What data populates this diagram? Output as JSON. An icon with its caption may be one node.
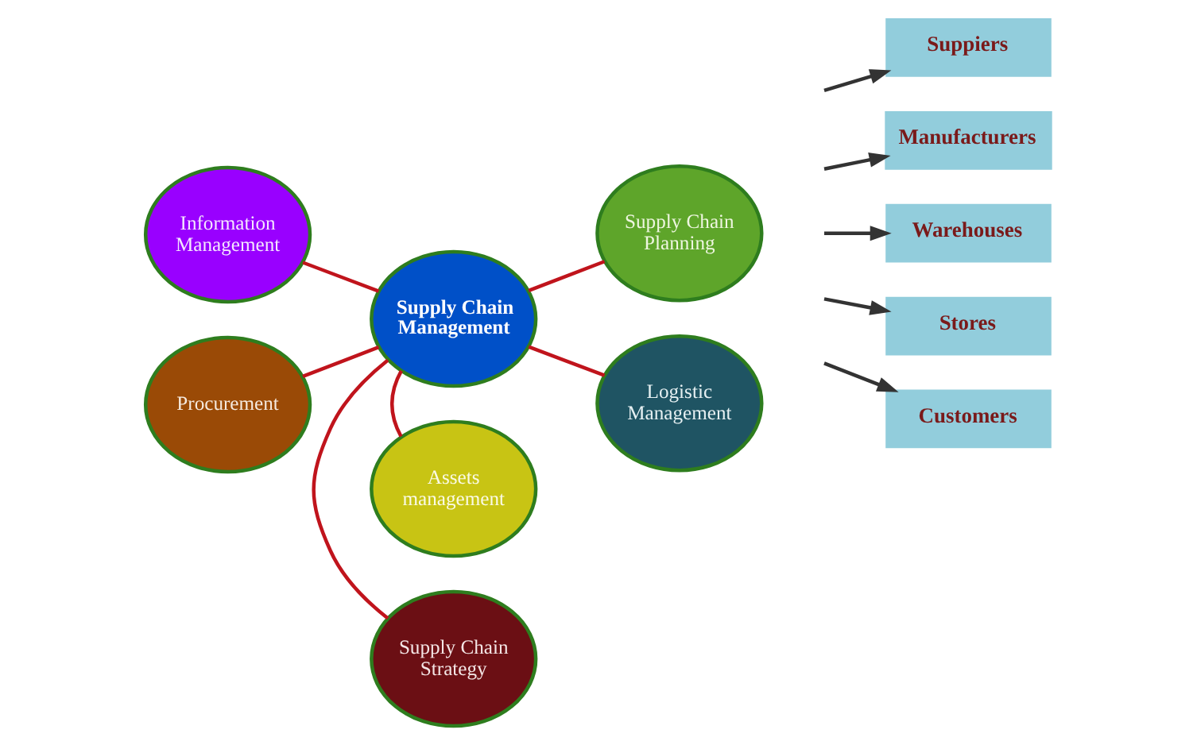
{
  "diagram": {
    "nodes": [
      {
        "text": [
          "Supply Chain Strategy"
        ]
      },
      {
        "text": [
          "Information Management"
        ]
      },
      {
        "text": [
          "Supply Chain Planning"
        ]
      },
      {
        "text": [
          "Supply Chain Management"
        ]
      },
      {
        "text": [
          "Logistic Management"
        ]
      },
      {
        "text": [
          "Procurement"
        ]
      },
      {
        "text": [
          "Assets management"
        ]
      },
      {
        "text": [
          "Suppiers"
        ]
      },
      {
        "text": [
          "Manufacturers"
        ]
      },
      {
        "text": [
          "Warehouses"
        ]
      },
      {
        "text": [
          "Stores"
        ]
      },
      {
        "text": [
          "Customers"
        ]
      }
    ],
    "edges": [
      {
        "from": 3,
        "to": 0,
        "arrow": "none",
        "color": "#c0141c"
      },
      {
        "from": 3,
        "to": 1,
        "arrow": "none",
        "color": "#c0141c"
      },
      {
        "from": 3,
        "to": 2,
        "arrow": "none",
        "color": "#c0141c"
      },
      {
        "from": 3,
        "to": 4,
        "arrow": "none",
        "color": "#c0141c"
      },
      {
        "from": 3,
        "to": 5,
        "arrow": "none",
        "color": "#c0141c"
      },
      {
        "from": 3,
        "to": 6,
        "arrow": "none",
        "color": "#c0141c"
      },
      {
        "from": null,
        "to": 7,
        "arrow": "to",
        "color": "#333333"
      },
      {
        "from": null,
        "to": 8,
        "arrow": "to",
        "color": "#333333"
      },
      {
        "from": null,
        "to": 9,
        "arrow": "to",
        "color": "#333333"
      },
      {
        "from": null,
        "to": 10,
        "arrow": "to",
        "color": "#333333"
      },
      {
        "from": null,
        "to": 11,
        "arrow": "to",
        "color": "#333333"
      }
    ]
  }
}
